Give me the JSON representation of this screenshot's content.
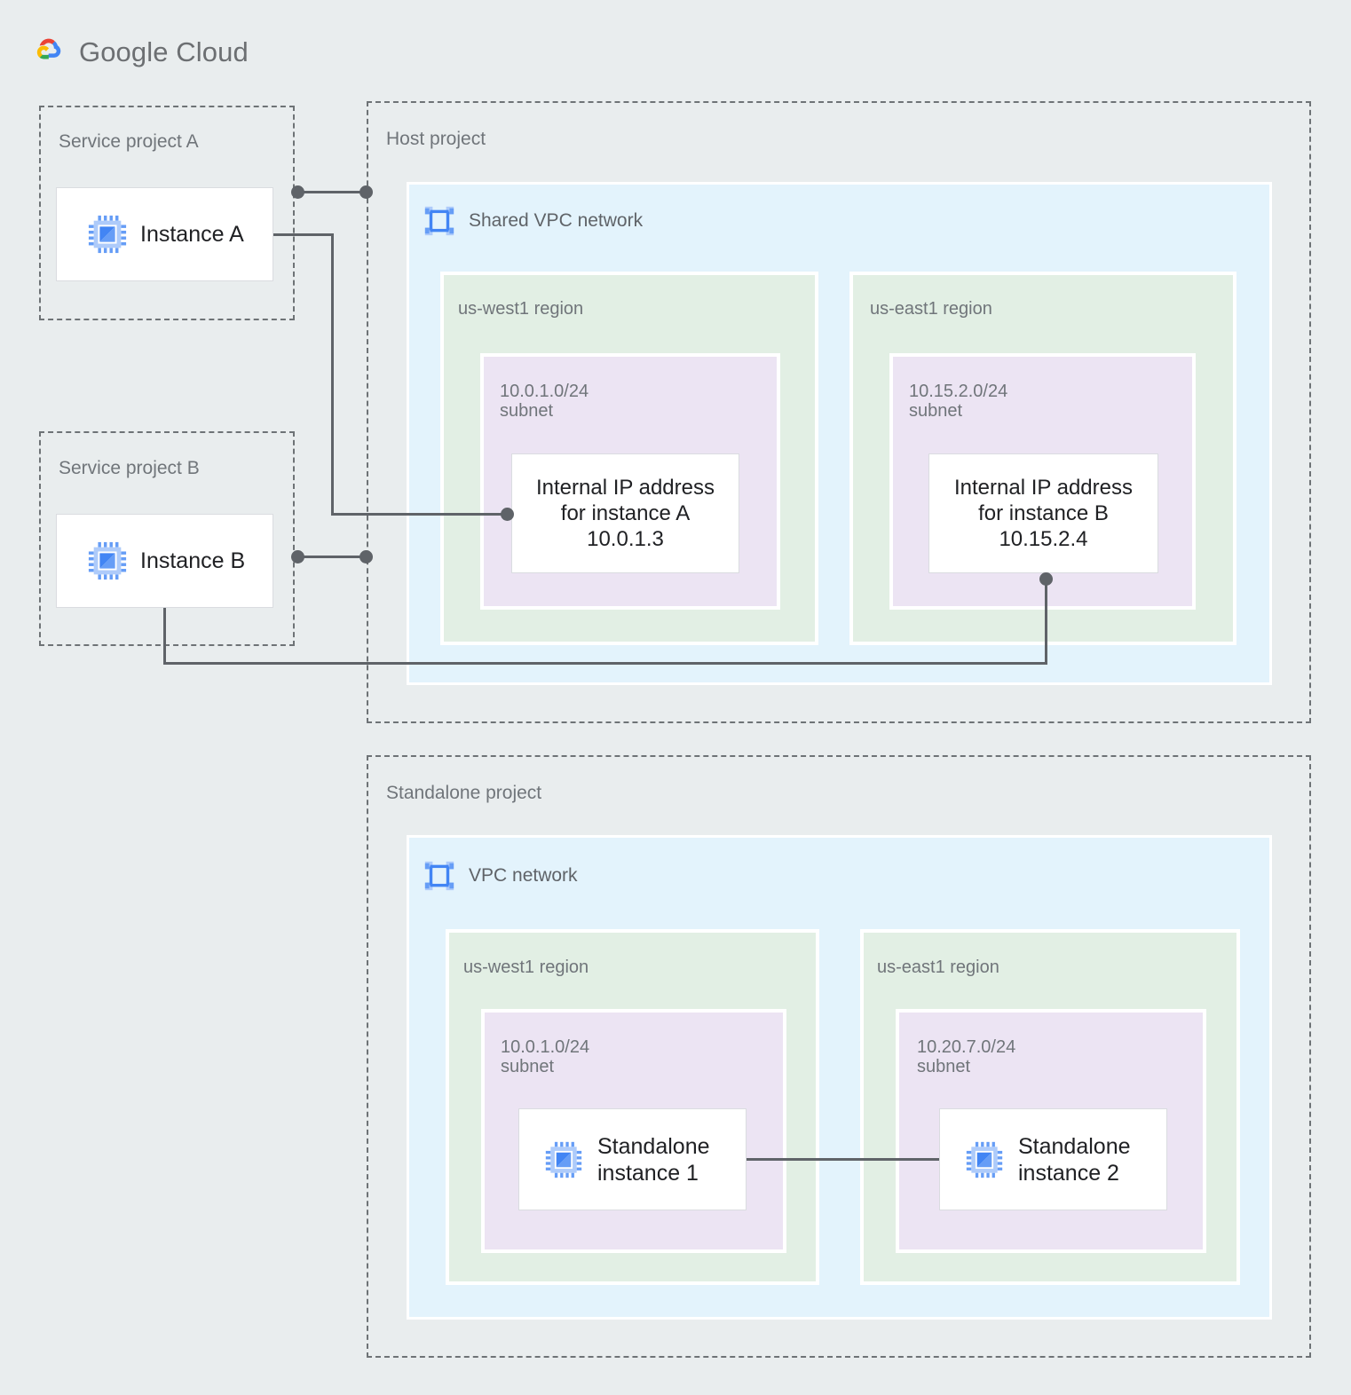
{
  "brand": {
    "logo_icon": "google-cloud-logo-icon",
    "name_bold": "Google",
    "name_light": "Cloud"
  },
  "projects": {
    "service_a": {
      "label": "Service project A"
    },
    "service_b": {
      "label": "Service project B"
    },
    "host": {
      "label": "Host project"
    },
    "standalone": {
      "label": "Standalone project"
    }
  },
  "instances": {
    "a": {
      "label": "Instance A",
      "icon": "compute-instance-icon"
    },
    "b": {
      "label": "Instance B",
      "icon": "compute-instance-icon"
    },
    "standalone1": {
      "label": "Standalone\ninstance 1",
      "icon": "compute-instance-icon"
    },
    "standalone2": {
      "label": "Standalone\ninstance 2",
      "icon": "compute-instance-icon"
    }
  },
  "shared_vpc": {
    "title": "Shared VPC network",
    "icon": "vpc-network-icon",
    "regions": [
      {
        "name": "us-west1 region",
        "subnet_label": "10.0.1.0/24\nsubnet",
        "subnet_cidr": "10.0.1.0/24",
        "card": "Internal IP address\nfor instance A\n10.0.1.3",
        "ip": "10.0.1.3"
      },
      {
        "name": "us-east1 region",
        "subnet_label": "10.15.2.0/24\nsubnet",
        "subnet_cidr": "10.15.2.0/24",
        "card": "Internal IP address\nfor instance B\n10.15.2.4",
        "ip": "10.15.2.4"
      }
    ]
  },
  "standalone_vpc": {
    "title": "VPC network",
    "icon": "vpc-network-icon",
    "regions": [
      {
        "name": "us-west1 region",
        "subnet_label": "10.0.1.0/24\nsubnet",
        "subnet_cidr": "10.0.1.0/24"
      },
      {
        "name": "us-east1 region",
        "subnet_label": "10.20.7.0/24\nsubnet",
        "subnet_cidr": "10.20.7.0/24"
      }
    ]
  },
  "colors": {
    "page_bg": "#e9edee",
    "vpc_bg": "#e3f3fc",
    "region_bg": "#e2efe4",
    "subnet_bg": "#ece4f3",
    "card_bg": "#ffffff",
    "connector": "#5f6368",
    "dashed_border": "#6e7376",
    "icon_blue": "#669df6",
    "icon_blue_dark": "#4285f4",
    "label_text": "#70757a"
  }
}
